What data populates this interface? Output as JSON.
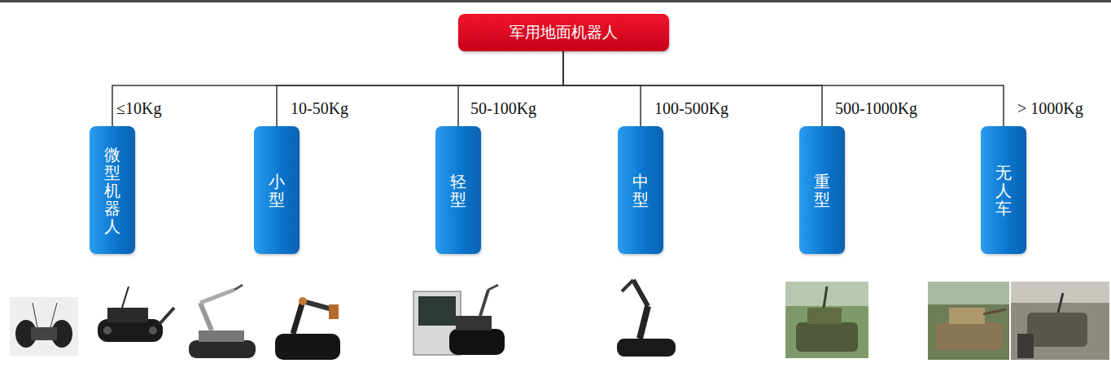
{
  "diagram": {
    "nodes": [
      {
        "text": [
          "军用地面机器人"
        ]
      },
      {
        "text": [
          "微型机器人"
        ]
      },
      {
        "text": [
          "小型"
        ]
      },
      {
        "text": [
          "轻型"
        ]
      },
      {
        "text": [
          "中型"
        ]
      },
      {
        "text": [
          "重型"
        ]
      },
      {
        "text": [
          "无人车"
        ]
      }
    ],
    "edges": [
      {
        "from": 0,
        "to": 1,
        "arrow": "none"
      },
      {
        "from": 0,
        "to": 2,
        "arrow": "none"
      },
      {
        "from": 0,
        "to": 3,
        "arrow": "none"
      },
      {
        "from": 0,
        "to": 4,
        "arrow": "none"
      },
      {
        "from": 0,
        "to": 5,
        "arrow": "none"
      },
      {
        "from": 0,
        "to": 6,
        "arrow": "none"
      }
    ],
    "labels": [
      "≤10Kg",
      "10-50Kg",
      "50-100Kg",
      "100-500Kg",
      "500-1000Kg",
      "> 1000Kg"
    ]
  }
}
